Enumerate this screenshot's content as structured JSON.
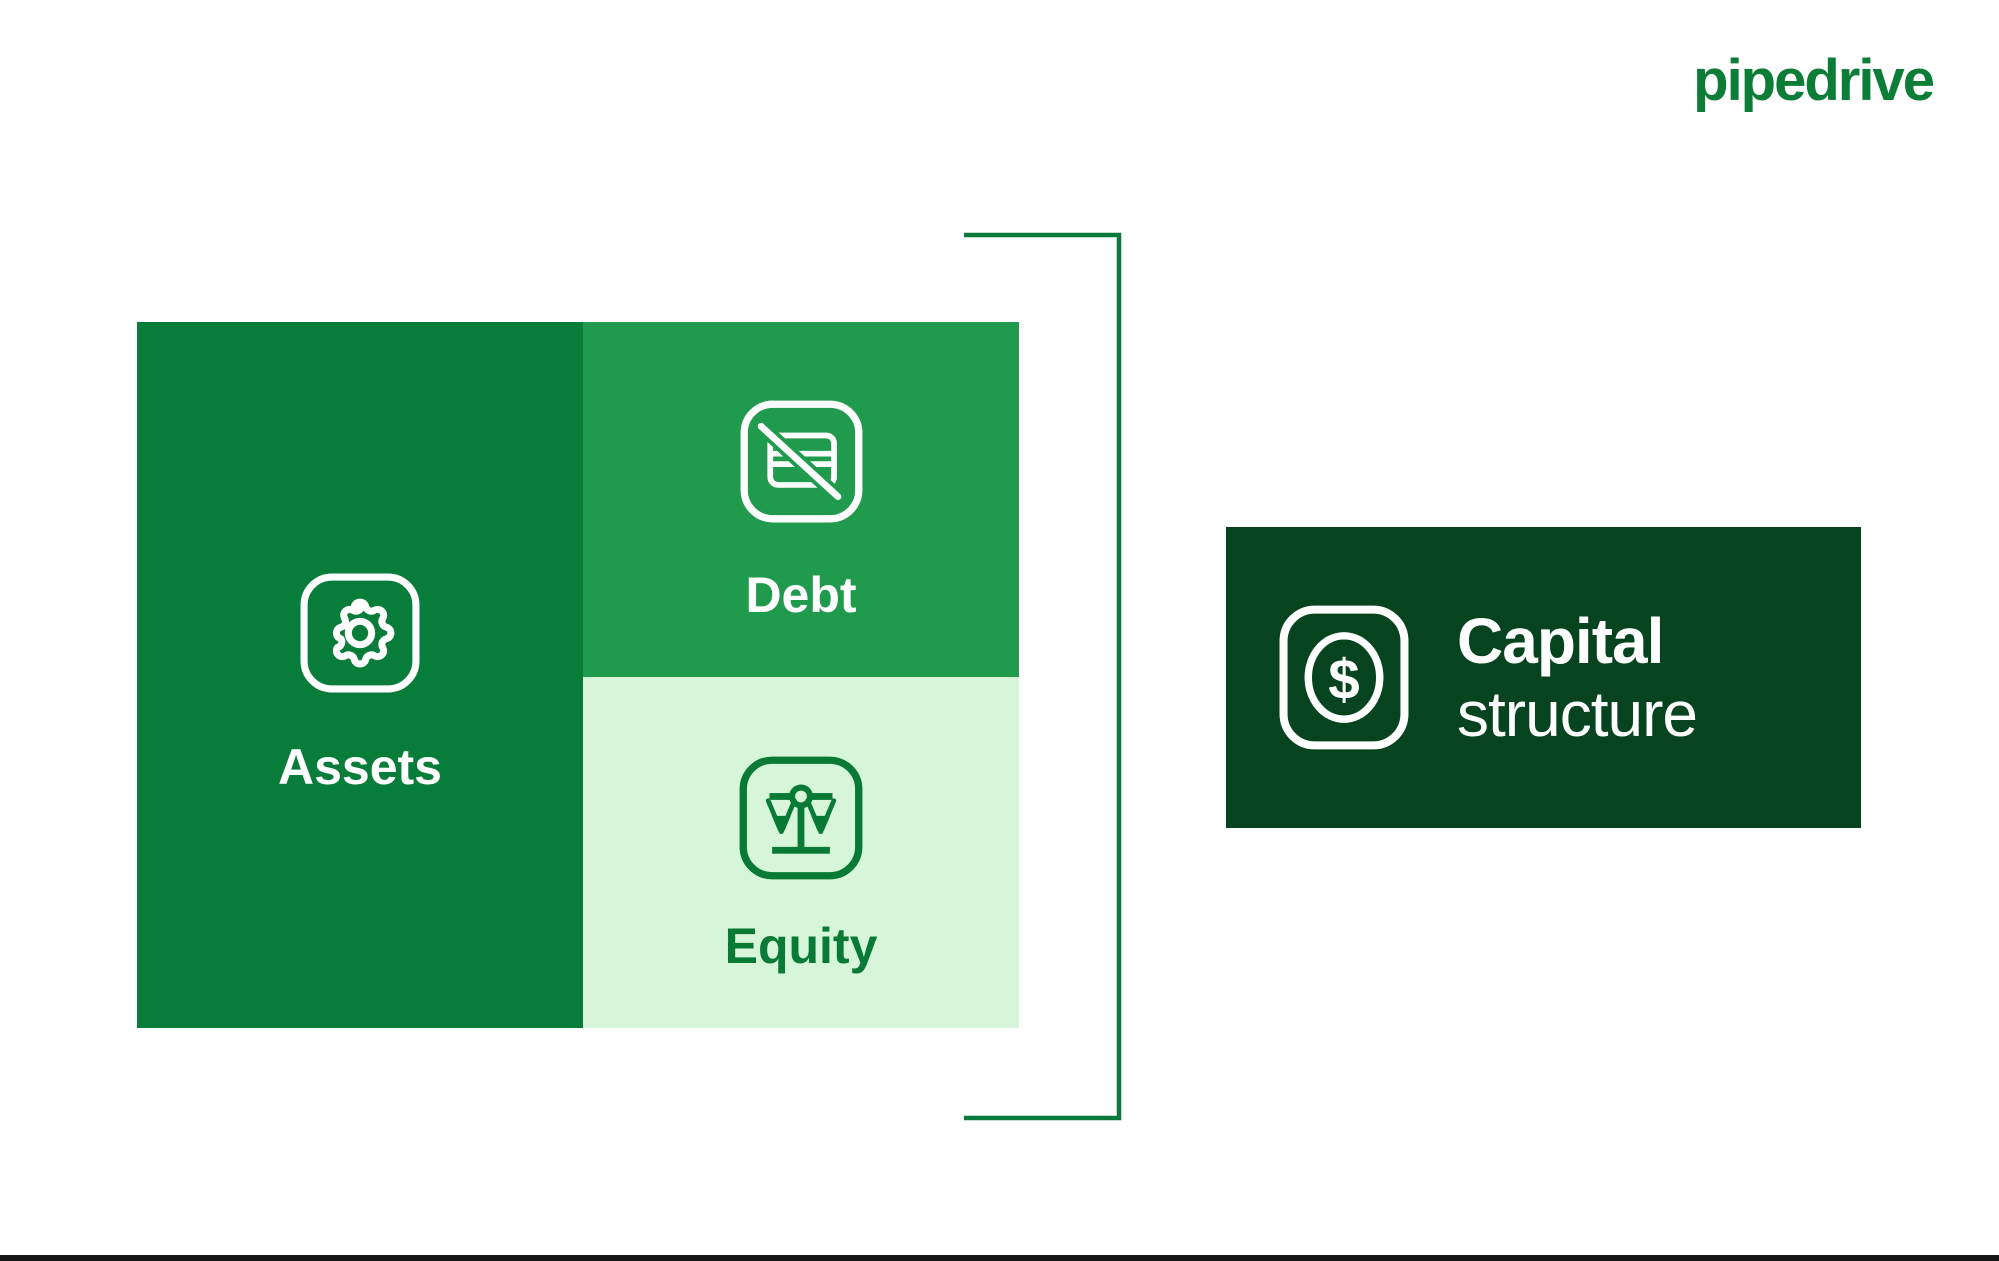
{
  "brand": {
    "logo_text": "pipedrive",
    "logo_color": "#0c7d37"
  },
  "diagram": {
    "panels": [
      {
        "id": "assets",
        "label": "Assets",
        "icon": "gear-icon",
        "bg": "#077d39",
        "text_color": "#ffffff"
      },
      {
        "id": "debt",
        "label": "Debt",
        "icon": "credit-card-off-icon",
        "bg": "#209b4d",
        "text_color": "#ffffff"
      },
      {
        "id": "equity",
        "label": "Equity",
        "icon": "balance-scale-icon",
        "bg": "#d7f5d8",
        "text_color": "#087a36"
      }
    ],
    "bracket_color": "#0a7a3a"
  },
  "callout": {
    "title_bold": "Capital",
    "title_regular": "structure",
    "icon": "dollar-coin-icon",
    "bg": "#06441f",
    "text_color": "#ffffff",
    "dollar_glyph": "$"
  },
  "footer": {
    "bar_color": "#161616"
  }
}
